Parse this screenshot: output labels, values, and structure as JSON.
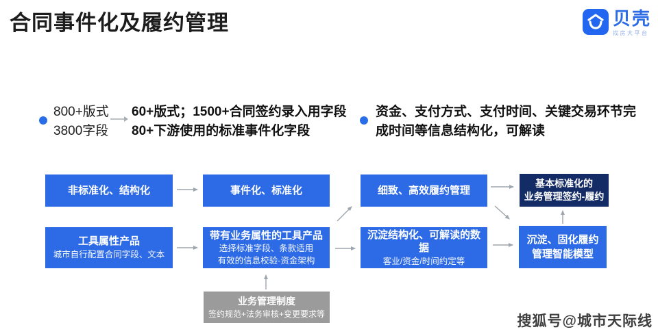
{
  "slide": {
    "title": "合同事件化及履约管理",
    "watermark": "搜狐号@城市天际线"
  },
  "logo": {
    "brand": "贝壳",
    "tagline": "找房大平台"
  },
  "bullets": {
    "left": {
      "stat_lines": [
        "800+版式",
        "3800字段"
      ],
      "result_lines": [
        "60+版式；1500+合同签约录入用字段",
        "80+下游使用的标准事件化字段"
      ]
    },
    "right": {
      "lines": [
        "资金、支付方式、支付时间、关键交易环节完",
        "成时间等信息结构化，可解读"
      ]
    }
  },
  "flow": {
    "a1": {
      "title": "非标准化、结构化"
    },
    "b1": {
      "title": "事件化、标准化"
    },
    "c1": {
      "title": "细致、高效履约管理"
    },
    "d1": {
      "line1": "基本标准化的",
      "line2": "业务管理签约-履约"
    },
    "a2": {
      "title": "工具属性产品",
      "sub": "城市自行配置合同字段、文本"
    },
    "b2": {
      "title": "带有业务属性的工具产品",
      "sub1": "选择标准字段、条款适用",
      "sub2": "有效的信息校验-资金架构"
    },
    "c2": {
      "title": "沉淀结构化、可解读的数据",
      "sub": "客业/资金/时间约定等"
    },
    "d2": {
      "line1": "沉淀、固化履约",
      "line2": "管理智能模型"
    },
    "institution": {
      "title": "业务管理制度",
      "sub": "签约规范+法务审核+变更要求等"
    }
  },
  "colors": {
    "accent_blue": "#2D6AE5",
    "dark_navy": "#142C66",
    "gray_box": "#9B9B9B",
    "arrow_gray": "#9EA6AE",
    "logo_blue": "#2B6BE5"
  }
}
